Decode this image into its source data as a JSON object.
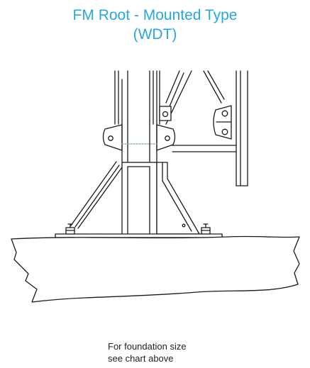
{
  "title": {
    "line1": "FM Root - Mounted Type",
    "line2": "(WDT)"
  },
  "note": {
    "line1": "For foundation size",
    "line2": "see chart above"
  },
  "colors": {
    "title": "#2aa7de",
    "line": "#1a1a1a",
    "weld": "#7fae7a"
  }
}
